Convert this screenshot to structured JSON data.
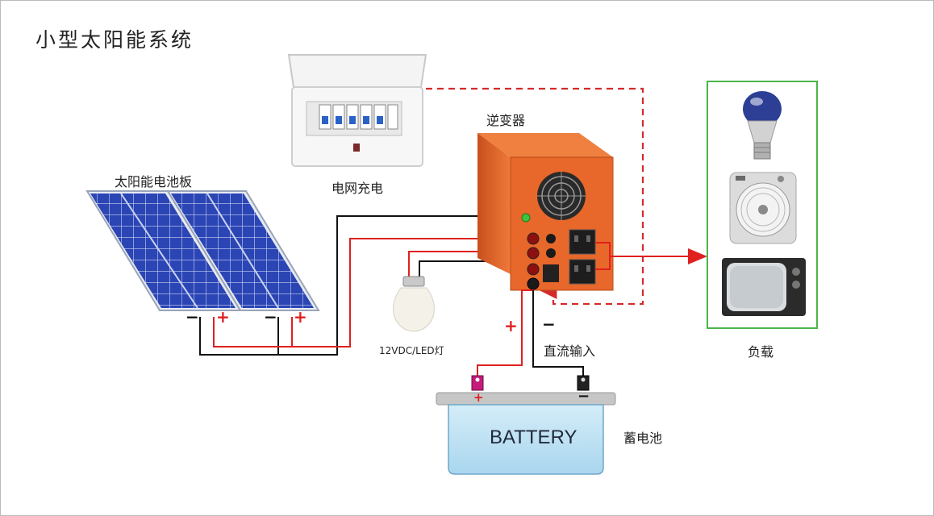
{
  "title": "小型太阳能系统",
  "labels": {
    "solar_panel": "太阳能电池板",
    "grid_charge": "电网充电",
    "inverter": "逆变器",
    "load": "负载",
    "led_lamp": "12VDC/LED灯",
    "dc_input": "直流输入",
    "battery_storage": "蓄电池",
    "battery_text": "BATTERY"
  },
  "polarity": {
    "plus": "+",
    "minus": "−"
  },
  "colors": {
    "wire_red": "#e02020",
    "wire_black": "#111111",
    "dashed_red": "#d42a2a",
    "load_box": "#4bb54b",
    "panel_blue": "#2f48b8",
    "inverter_orange": "#e8672a",
    "battery_fill": "#bfe3f3"
  }
}
